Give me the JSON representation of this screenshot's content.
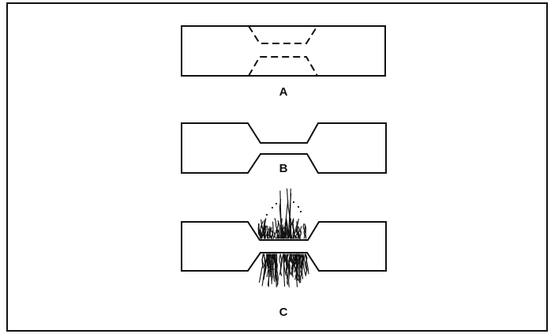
{
  "figure": {
    "stages": [
      {
        "id": "A",
        "label": "A",
        "state": "intact-with-dashed-neck-outline"
      },
      {
        "id": "B",
        "label": "B",
        "state": "necked"
      },
      {
        "id": "C",
        "label": "C",
        "state": "fractured-with-fibrous-ends"
      }
    ],
    "colors": {
      "line": "#111111",
      "background": "#ffffff"
    }
  }
}
